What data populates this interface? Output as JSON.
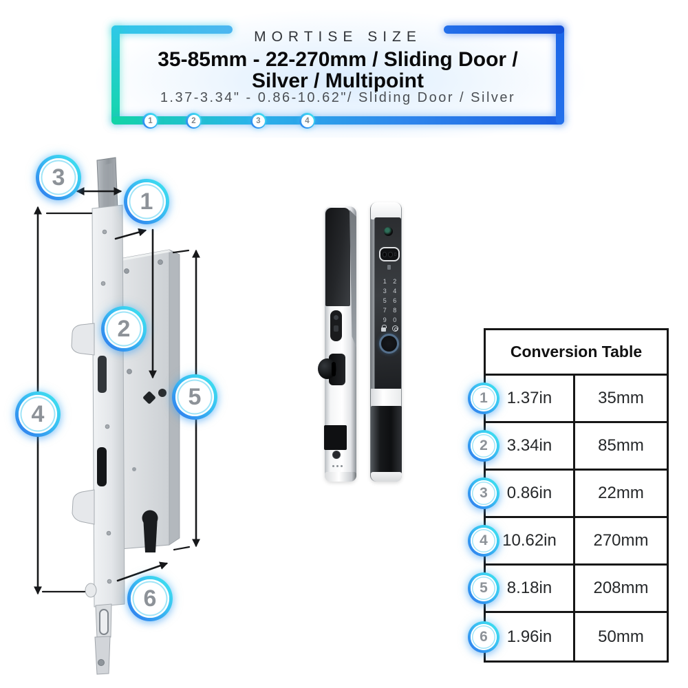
{
  "banner": {
    "eyebrow": "MORTISE SIZE",
    "title_line1": "35-85mm - 22-270mm / Sliding Door /",
    "title_line2": "Silver / Multipoint",
    "subtitle": "1.37-3.34\" - 0.86-10.62\"/ Sliding Door / Silver",
    "step_labels": [
      "1",
      "2",
      "3",
      "4"
    ]
  },
  "diagram": {
    "callouts": [
      "3",
      "1",
      "2",
      "5",
      "4",
      "6"
    ]
  },
  "product": {
    "keypad": [
      "1",
      "2",
      "3",
      "4",
      "5",
      "6",
      "7",
      "8",
      "9",
      "0"
    ]
  },
  "conversion_table": {
    "title": "Conversion Table",
    "rows": [
      {
        "n": "1",
        "inches": "1.37in",
        "mm": "35mm"
      },
      {
        "n": "2",
        "inches": "3.34in",
        "mm": "85mm"
      },
      {
        "n": "3",
        "inches": "0.86in",
        "mm": "22mm"
      },
      {
        "n": "4",
        "inches": "10.62in",
        "mm": "270mm"
      },
      {
        "n": "5",
        "inches": "8.18in",
        "mm": "208mm"
      },
      {
        "n": "6",
        "inches": "1.96in",
        "mm": "50mm"
      }
    ]
  },
  "colors": {
    "accent_teal": "#14d6a8",
    "accent_cyan": "#2fc8e8",
    "accent_blue": "#1b5fe2",
    "arrow_black": "#17181a"
  }
}
